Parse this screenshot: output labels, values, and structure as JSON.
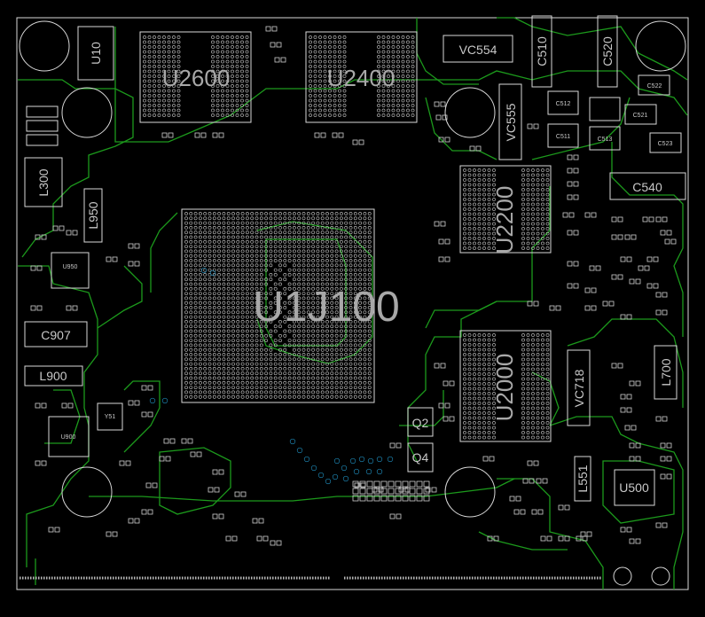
{
  "labels": {
    "u10": "U10",
    "u2600": "U2600",
    "u2400": "U2400",
    "vc554": "VC554",
    "c510": "C510",
    "c520": "C520",
    "vc555": "VC555",
    "c512": "C512",
    "c511": "C511",
    "c513": "C513",
    "c522": "C522",
    "c521": "C521",
    "c523": "C523",
    "c540": "C540",
    "l300": "L300",
    "l950": "L950",
    "u950": "U950",
    "c907": "C907",
    "l900": "L900",
    "u900": "U900",
    "y51": "Y51",
    "u1j100": "U1J100",
    "u2200": "U2200",
    "u2000": "U2000",
    "vc718": "VC718",
    "l700": "L700",
    "q2": "Q2",
    "q4": "Q4",
    "l551": "L551",
    "u500": "U500"
  },
  "colors": {
    "background": "#000000",
    "trace": "#1c9a1c",
    "silkscreen": "#d8d8d8",
    "via": "#1f8fbf"
  }
}
